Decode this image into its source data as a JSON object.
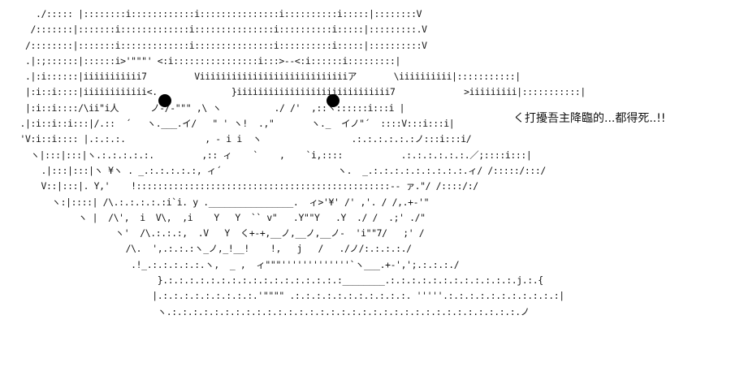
{
  "art": {
    "lines": [
      "    ./::::: |::::::::i::::::::::::i:::::::::::::::i::::::::::i:::::|::::::::V",
      "   /:::::::|:::::::i:::::::::::::i:::::::::::::::i::::::::::i:::::|:::::::::.V",
      "  /::::::::|:::::::i:::::::::::::i:::::::::::::::i::::::::::i:::::|::::::::::V",
      "  .|:;::::::|::::::i>'\"\"\"' <:i::::::::::::::::i:::>--<:i::::::i:::::::::|",
      "  .|:i::::::|iiiiiiiiiii7         Viiiiiiiiiiiiiiiiiiiiiiiiiiiiア       \\iiiiiiiiii|:::::::::::|",
      "  |:i::i::::|iiiiiiiiiiii<.              }iiiiiiiiiiiiiiiiiiiiiiiiiiiii7             >iiiiiiiii|:::::::::::|",
      "  |:i::i::::/\\ii\"i人      ノ-/-\"\"\" ,\\ ヽ          ./ /'  ,::ヽ::::::i:::i |",
      " .|:i::i::i:::|/.::  ´   ヽ.___.イ/   \" ' ヽ!  .,\"       ヽ._  イノ\"´  ::::V:::i:::i|",
      " 'V:i::i:::: |.:.:.:.               , - i i  ヽ                 .:.:.:.:.:.:ノ:::i:::i/",
      "   ヽ|:::|:::|ヽ.:.:.:.:.:.         ,:: ィ    `    ,    `i,::::           .:.:.:.:.:.:.／;::::i:::|",
      "     .|:::|:::|ヽ ¥ヽ . _.:.:.:.:.:, ィ´                      ヽ.  _.:.:.:.:.:.:.:.:.:.ィ/ /:::::/:::/",
      "     V::|:::|. Y,'    !::::::::::::::::::::::::::::::::::::::::::::::::-- ァ.\"/ /::::/:/",
      "       ヽ:|::::| /\\.:.:.:.:.:i`i. y .________________.  ィ>'¥' /' ,'. / /,.+-'\"",
      "            ヽ |  /\\',  i  V\\,  ,i    Y   Y  `` v\"   .Y\"\"Y   .Y  ./ /  .;' ./\"",
      "                   ヽ'  /\\.:.:.:,  .V   Y  く+-+,__ノ,__ノ,__ノ-  'i\"\"7/   ;' /",
      "                     /\\.  ',.:.:.:ヽ_ノ,_!__!    !,   j   /   ./ノ/:.:.:.:./",
      "                      .!_.:.:.:.:.:.ヽ,  _ ,  ィ\"\"\"'''''''''''''`ヽ___.+-',';.:.:.:./",
      "                           }.:.:.:.:.:.:.:.:.:.:.:.:.:.:.:.:.:________.:.:.:.:.:.:.:.:.:.:.:.:.j.:.{",
      "                          |.:.:.:.:.:.:.:.:.:.'\"\"\"\" .:.:.:.:.:.:.:.:.:.:.:. '''''.:.:.:.:.:.:.:.:.:.:.:|",
      "                           ヽ.:.:.:.:.:.:.:.:.:.:.:.:.:.:.:.:.:.:.:.:.:.:.:.:.:.:.:.:.:.:.:.:.:.ノ"
    ]
  },
  "caption": "く打擾吾主降臨的...都得死..!!"
}
